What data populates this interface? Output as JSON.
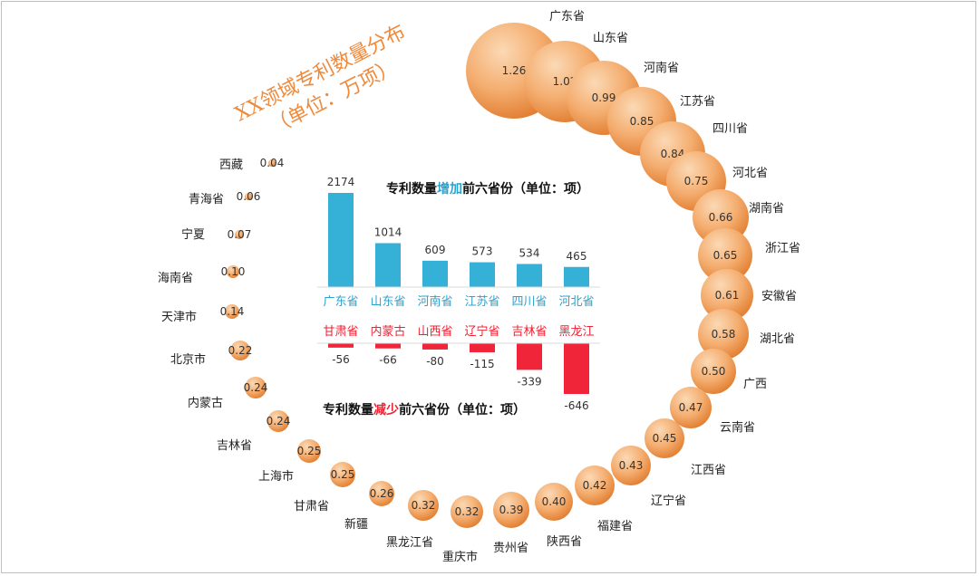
{
  "colors": {
    "bubble_light": "#fbd9b5",
    "bubble_mid": "#f4ad6f",
    "bubble_dark": "#e07b2d",
    "increase_bar": "#35b0d6",
    "decrease_bar": "#f1253a",
    "increase_label": "#2aa3cf",
    "decrease_label": "#ee2233",
    "title": "#ef8a3c"
  },
  "chart_data": [
    {
      "type": "bubble",
      "title_line1": "XX领域专利数量分布",
      "title_line2": "（单位：万项）",
      "points": [
        {
          "name": "广东省",
          "value": 1.26
        },
        {
          "name": "山东省",
          "value": 1.02
        },
        {
          "name": "河南省",
          "value": 0.99
        },
        {
          "name": "江苏省",
          "value": 0.85
        },
        {
          "name": "四川省",
          "value": 0.84
        },
        {
          "name": "河北省",
          "value": 0.75
        },
        {
          "name": "湖南省",
          "value": 0.66
        },
        {
          "name": "浙江省",
          "value": 0.65
        },
        {
          "name": "安徽省",
          "value": 0.61
        },
        {
          "name": "湖北省",
          "value": 0.58
        },
        {
          "name": "广西",
          "value": 0.5
        },
        {
          "name": "云南省",
          "value": 0.47
        },
        {
          "name": "江西省",
          "value": 0.45
        },
        {
          "name": "辽宁省",
          "value": 0.43
        },
        {
          "name": "福建省",
          "value": 0.42
        },
        {
          "name": "陕西省",
          "value": 0.4
        },
        {
          "name": "贵州省",
          "value": 0.39
        },
        {
          "name": "重庆市",
          "value": 0.32
        },
        {
          "name": "黑龙江省",
          "value": 0.32
        },
        {
          "name": "新疆",
          "value": 0.26
        },
        {
          "name": "甘肃省",
          "value": 0.25
        },
        {
          "name": "上海市",
          "value": 0.25
        },
        {
          "name": "吉林省",
          "value": 0.24
        },
        {
          "name": "内蒙古",
          "value": 0.24
        },
        {
          "name": "北京市",
          "value": 0.22
        },
        {
          "name": "天津市",
          "value": 0.14
        },
        {
          "name": "海南省",
          "value": 0.1
        },
        {
          "name": "宁夏",
          "value": 0.07
        },
        {
          "name": "青海省",
          "value": 0.06
        },
        {
          "name": "西藏",
          "value": 0.04
        }
      ]
    },
    {
      "type": "bar",
      "title_prefix": "专利数量",
      "title_highlight": "增加",
      "title_suffix": "前六省份（单位：项）",
      "categories": [
        "广东省",
        "山东省",
        "河南省",
        "江苏省",
        "四川省",
        "河北省"
      ],
      "values": [
        2174,
        1014,
        609,
        573,
        534,
        465
      ],
      "value_labels": [
        "2174",
        "1014",
        "609",
        "573",
        "534",
        "465"
      ]
    },
    {
      "type": "bar",
      "title_prefix": "专利数量",
      "title_highlight": "减少",
      "title_suffix": "前六省份（单位：项）",
      "categories": [
        "甘肃省",
        "内蒙古",
        "山西省",
        "辽宁省",
        "吉林省",
        "黑龙江"
      ],
      "values": [
        -56,
        -66,
        -80,
        -115,
        -339,
        -646
      ],
      "value_labels": [
        "-56",
        "-66",
        "-80",
        "-115",
        "-339",
        "-646"
      ]
    }
  ]
}
